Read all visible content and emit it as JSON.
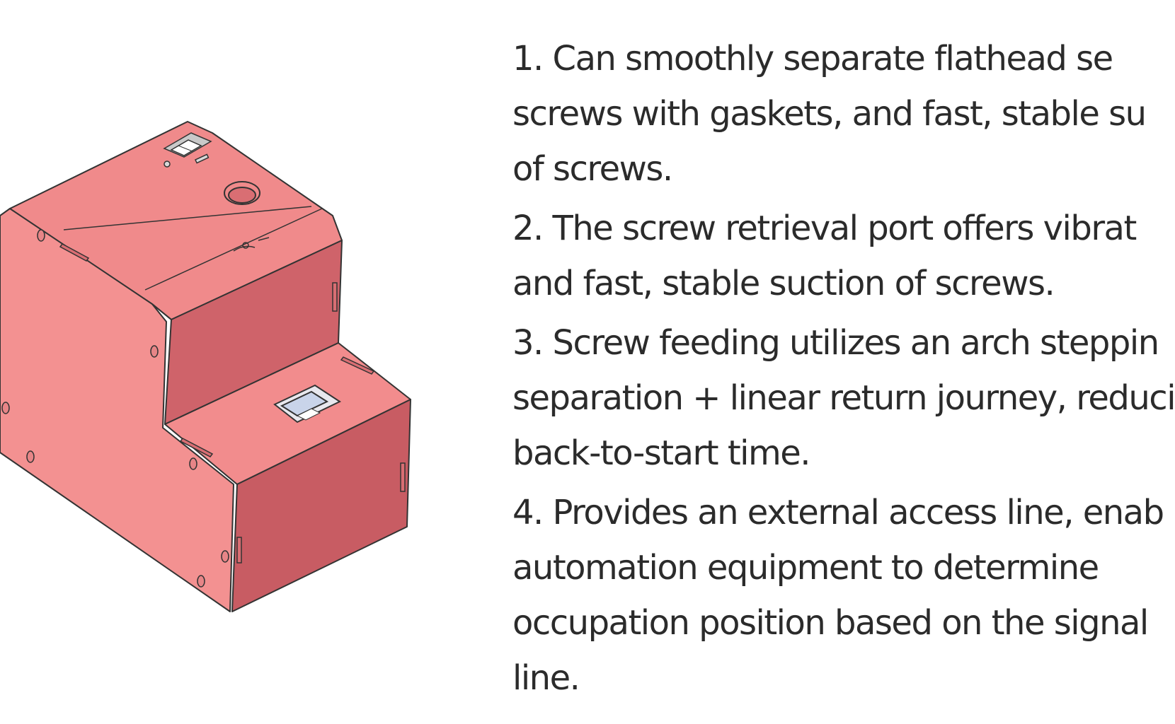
{
  "colors": {
    "body_light": "#f39191",
    "body_mid": "#e67a7b",
    "body_dark": "#c85c63",
    "outline": "#333333",
    "text": "#2b2b2b"
  },
  "features": [
    {
      "lines": [
        "1.  Can  smoothly separate  flathead  se",
        "screws with gaskets, and fast, stable su",
        "of screws."
      ]
    },
    {
      "lines": [
        "2. The screw retrieval port offers vibrat",
        "and fast, stable suction of screws."
      ]
    },
    {
      "lines": [
        "3.  Screw feeding utilizes an arch steppin",
        "separation + linear return journey, reduci",
        "back-to-start time."
      ]
    },
    {
      "lines": [
        "4.  Provides  an  external  access line, enab",
        "automation  equipment  to  determine",
        "occupation position based on the signal",
        "line."
      ]
    }
  ]
}
